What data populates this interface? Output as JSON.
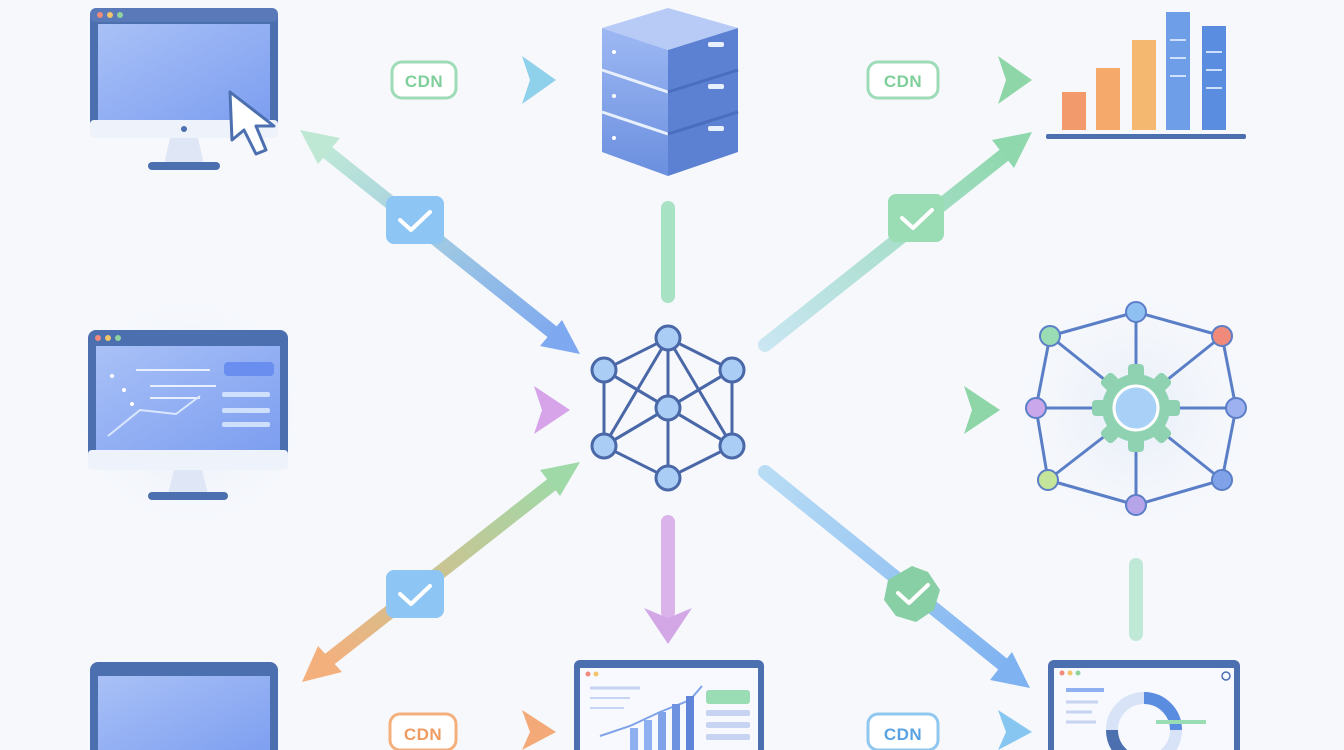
{
  "labels": {
    "cdn_top_left": "CDN",
    "cdn_top_right": "CDN",
    "cdn_bottom_left": "CDN",
    "cdn_bottom_right": "CDN"
  },
  "colors": {
    "background": "#f6f8fc",
    "monitor_frame": "#4c6fb0",
    "screen": "#8fb0f4",
    "server": "#7fa2e8",
    "hub_node": "#a9cdf5",
    "hub_line": "#4a68a8",
    "green": "#8ed6a8",
    "blue": "#8fc0f2",
    "purple": "#d6a8ea",
    "orange": "#f4b27e"
  },
  "icons": [
    "desktop-monitor-icon",
    "mouse-cursor-icon",
    "server-stack-icon",
    "bar-chart-icon",
    "dashboard-monitor-icon",
    "network-hub-icon",
    "gear-network-icon",
    "analytics-monitor-icon",
    "donut-dashboard-icon",
    "checkmark-badge-icon"
  ]
}
